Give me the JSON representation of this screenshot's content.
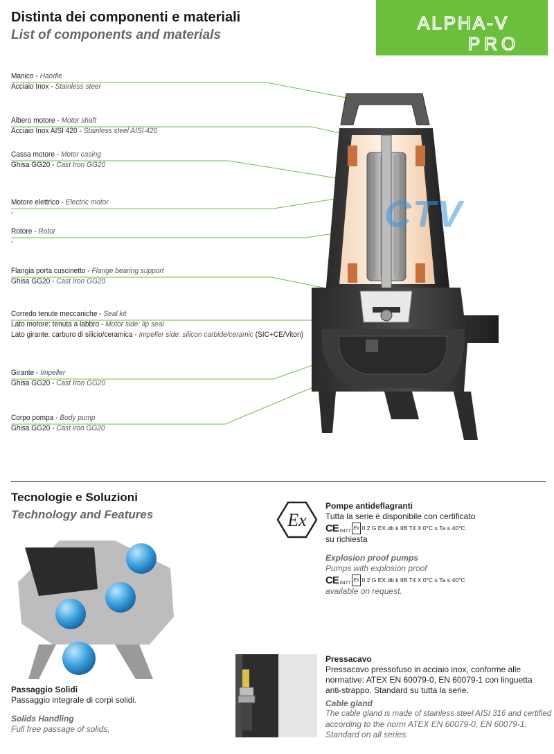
{
  "header": {
    "title_it": "Distinta dei componenti e materiali",
    "title_en": "List of components and materials",
    "logo_line1": "ALPHA-V",
    "logo_line2": "PRO"
  },
  "watermark": "CTV",
  "components": [
    {
      "name_it": "Manico",
      "name_en": "Handle",
      "mat_it": "Acciaio Inox",
      "mat_en": "Stainless steel"
    },
    {
      "name_it": "Albero motore",
      "name_en": "Motor shaft",
      "mat_it": "Acciaio Inox AISI 420",
      "mat_en": "Stainless steel AISI 420"
    },
    {
      "name_it": "Cassa motore",
      "name_en": "Motor casing",
      "mat_it": "Ghisa GG20",
      "mat_en": "Cast Iron GG20"
    },
    {
      "name_it": "Motore elettrico",
      "name_en": "Electric motor",
      "mat_it": "-",
      "mat_en": ""
    },
    {
      "name_it": "Rotore",
      "name_en": "Rotor",
      "mat_it": "-",
      "mat_en": ""
    },
    {
      "name_it": "Flangia porta cuscinetto",
      "name_en": "Flange bearing support",
      "mat_it": "Ghisa GG20",
      "mat_en": "Cast Iron GG20"
    },
    {
      "name_it": "Corredo tenute meccaniche",
      "name_en": "Seal kit",
      "line2_it": "Lato motore: tenuta a labbro",
      "line2_en": "Motor side: lip seal",
      "line3_it": "Lato girante: carburo di silicio/ceramica",
      "line3_en": "Impeller side: silicon carbide/ceramic",
      "line3_tail": "(SIC+CE/Viton)"
    },
    {
      "name_it": "Girante",
      "name_en": "Impeller",
      "mat_it": "Ghisa GG20",
      "mat_en": "Cast Iron GG20"
    },
    {
      "name_it": "Corpo pompa",
      "name_en": "Body pump",
      "mat_it": "Ghisa GG20",
      "mat_en": "Cast iron GG20"
    }
  ],
  "sep": " - ",
  "tech": {
    "title_it": "Tecnologie e Soluzioni",
    "title_en": "Technology and Features"
  },
  "atex": {
    "head_it": "Pompe antideflagranti",
    "text_it": "Tutta la serie è disponibile con certificato",
    "ce": "CE",
    "ce_num": "0477",
    "ex_mark": "Ex",
    "cert": "II 2 G EX db k IIB T4 X 0°C ≤ Ta ≤ 40°C",
    "tail_it": "su richiesta",
    "head_en": "Explosion proof pumps",
    "text_en": "Pumps with explosion proof",
    "tail_en": "available on request."
  },
  "solids": {
    "head_it": "Passaggio Solidi",
    "text_it": "Passaggio integrale di corpi solidi.",
    "head_en": "Solids Handling",
    "text_en": "Full free passage of solids."
  },
  "gland": {
    "head_it": "Pressacavo",
    "text_it_1": "Pressacavo pressofuso in acciaio inox, conforme alle",
    "text_it_2": "normative: ATEX EN 60079-0, EN 60079-1 con linguetta",
    "text_it_3": "anti-strappo. Standard su tutta la serie.",
    "head_en": "Cable gland",
    "text_en_1": "The cable gland is made of stainless steel AISI 316 and certified",
    "text_en_2": "according to the norm ATEX EN 60079-0, EN 60079-1.",
    "text_en_3": "Standard on all series."
  },
  "colors": {
    "accent_green": "#6cbf3c",
    "leader_line": "#6cbf3c",
    "ball_blue": "#3aa0dc"
  }
}
